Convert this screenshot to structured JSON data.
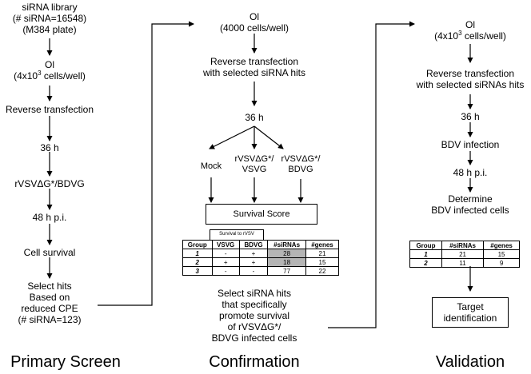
{
  "primary": {
    "library_line1": "siRNA library",
    "library_line2": "(# siRNA=16548)",
    "library_line3": "(M384 plate)",
    "ol": "Ol",
    "cells_prefix": "(4x10",
    "cells_exp": "3",
    "cells_suffix": " cells/well)",
    "reverse": "Reverse transfection",
    "time": "36 h",
    "virus": "rVSVΔG*/BDVG",
    "pi": "48 h p.i.",
    "survival": "Cell survival",
    "select_line1": "Select hits",
    "select_line2": "Based on",
    "select_line3": "reduced CPE",
    "select_line4": "(# siRNA=123)"
  },
  "confirmation": {
    "ol": "Ol",
    "cells": "(4000 cells/well)",
    "reverse_line1": "Reverse transfection",
    "reverse_line2": "with selected siRNA hits",
    "time": "36 h",
    "mock": "Mock",
    "vsvg_line1": "rVSVΔG*/",
    "vsvg_line2": "VSVG",
    "bdvg_line1": "rVSVΔG*/",
    "bdvg_line2": "BDVG",
    "score": "Survival Score",
    "survival_to": "Survival to rVSV",
    "table_header": [
      "Group",
      "VSVG",
      "BDVG",
      "#siRNAs",
      "#genes"
    ],
    "table_rows": [
      [
        "1",
        "-",
        "+",
        "28",
        "21"
      ],
      [
        "2",
        "+",
        "+",
        "18",
        "15"
      ],
      [
        "3",
        "-",
        "-",
        "77",
        "22"
      ]
    ],
    "select_line1": "Select siRNA hits",
    "select_line2": "that specifically",
    "select_line3": "promote survival",
    "select_line4": "of rVSVΔG*/",
    "select_line5": "BDVG infected cells"
  },
  "validation": {
    "ol": "Ol",
    "cells_prefix": "(4x10",
    "cells_exp": "3",
    "cells_suffix": " cells/well)",
    "reverse_line1": "Reverse transfection",
    "reverse_line2": "with selected siRNAs hits",
    "time": "36 h",
    "infection": "BDV infection",
    "pi": "48 h p.i.",
    "determine_line1": "Determine",
    "determine_line2": "BDV infected cells",
    "table_header": [
      "Group",
      "#siRNAs",
      "#genes"
    ],
    "table_rows": [
      [
        "1",
        "21",
        "15"
      ],
      [
        "2",
        "11",
        "9"
      ]
    ],
    "target_line1": "Target",
    "target_line2": "identification"
  },
  "footer": {
    "primary": "Primary Screen",
    "confirmation": "Confirmation",
    "validation": "Validation"
  }
}
